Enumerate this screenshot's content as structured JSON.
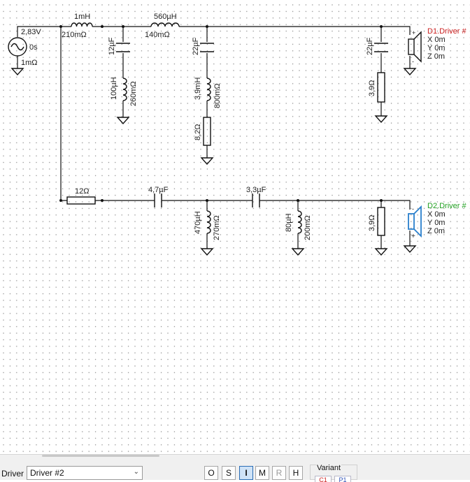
{
  "source": {
    "voltage": "2,83V",
    "phase": "0s",
    "resistance": "1mΩ"
  },
  "driver1": {
    "name": "D1.Driver #",
    "x": "X 0m",
    "y": "Y 0m",
    "z": "Z 0m",
    "components": {
      "l1": {
        "value": "1mH",
        "res": "210mΩ"
      },
      "l2": {
        "value": "560µH",
        "res": "140mΩ"
      },
      "c1": "12µF",
      "l3": {
        "value": "100µH",
        "res": "260mΩ"
      },
      "c2": "22µF",
      "l4": {
        "value": "3,9mH",
        "res": "800mΩ"
      },
      "r1": "8,2Ω",
      "c3": "22µF",
      "r2": "3,9Ω"
    }
  },
  "driver2": {
    "name": "D2.Driver #",
    "x": "X 0m",
    "y": "Y 0m",
    "z": "Z 0m",
    "components": {
      "r1": "12Ω",
      "c1": "4,7µF",
      "l1": {
        "value": "470µH",
        "res": "270mΩ"
      },
      "c2": "3,3µF",
      "l2": {
        "value": "80µH",
        "res": "200mΩ"
      },
      "r2": "3,9Ω"
    }
  },
  "colors": {
    "driver1": "#cc2222",
    "driver2": "#22a022",
    "selected": "#2a7fcc"
  },
  "toolbar": {
    "driver_label": "Driver",
    "driver_value": "Driver #2",
    "buttons": [
      "O",
      "S",
      "I",
      "M",
      "R",
      "H"
    ],
    "active_button": "I",
    "disabled_buttons": [
      "R"
    ],
    "variant_label": "Variant",
    "variants": [
      "C1",
      "P1"
    ]
  }
}
